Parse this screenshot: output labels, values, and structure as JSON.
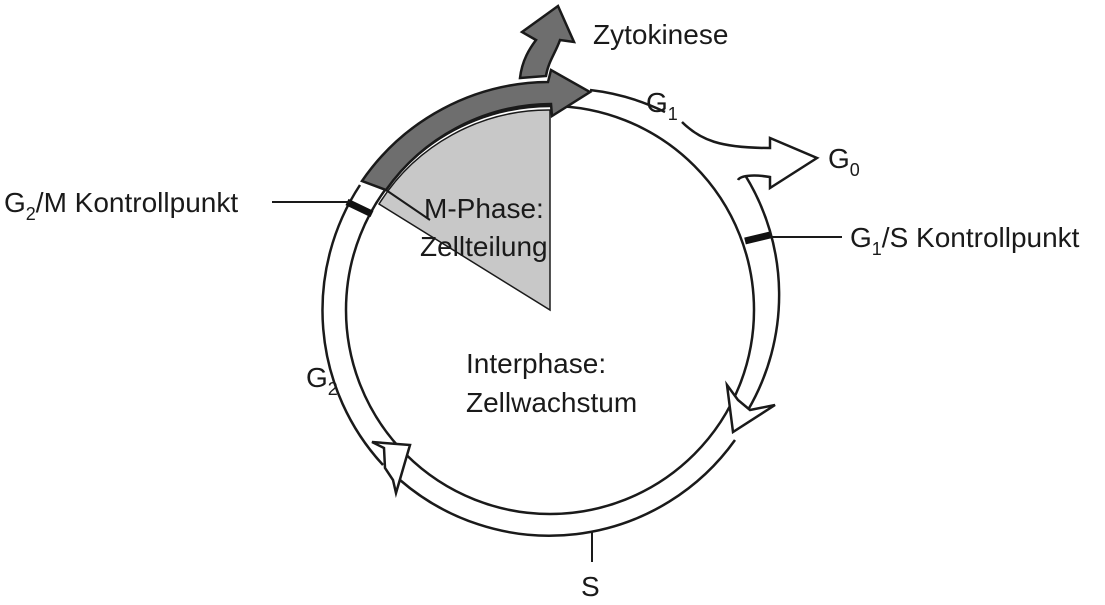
{
  "diagram": {
    "cytokinesis": "Zytokinese",
    "g0": {
      "base": "G",
      "sub": "0"
    },
    "g1": {
      "base": "G",
      "sub": "1"
    },
    "g2": {
      "base": "G",
      "sub": "2"
    },
    "s": "S",
    "g2m_checkpoint": {
      "base": "G",
      "sub": "2",
      "rest": "/M Kontrollpunkt"
    },
    "g1s_checkpoint": {
      "base": "G",
      "sub": "1",
      "rest": "/S Kontrollpunkt"
    },
    "m_phase": {
      "line1": "M-Phase:",
      "line2": "Zellteilung"
    },
    "interphase": {
      "line1": "Interphase:",
      "line2": "Zellwachstum"
    }
  },
  "colors": {
    "m_phase_fill": "#c8c8c8",
    "m_arrow_fill": "#6e6e6e",
    "outline": "#1a1a1a",
    "checkpoint_bar": "#111111"
  }
}
